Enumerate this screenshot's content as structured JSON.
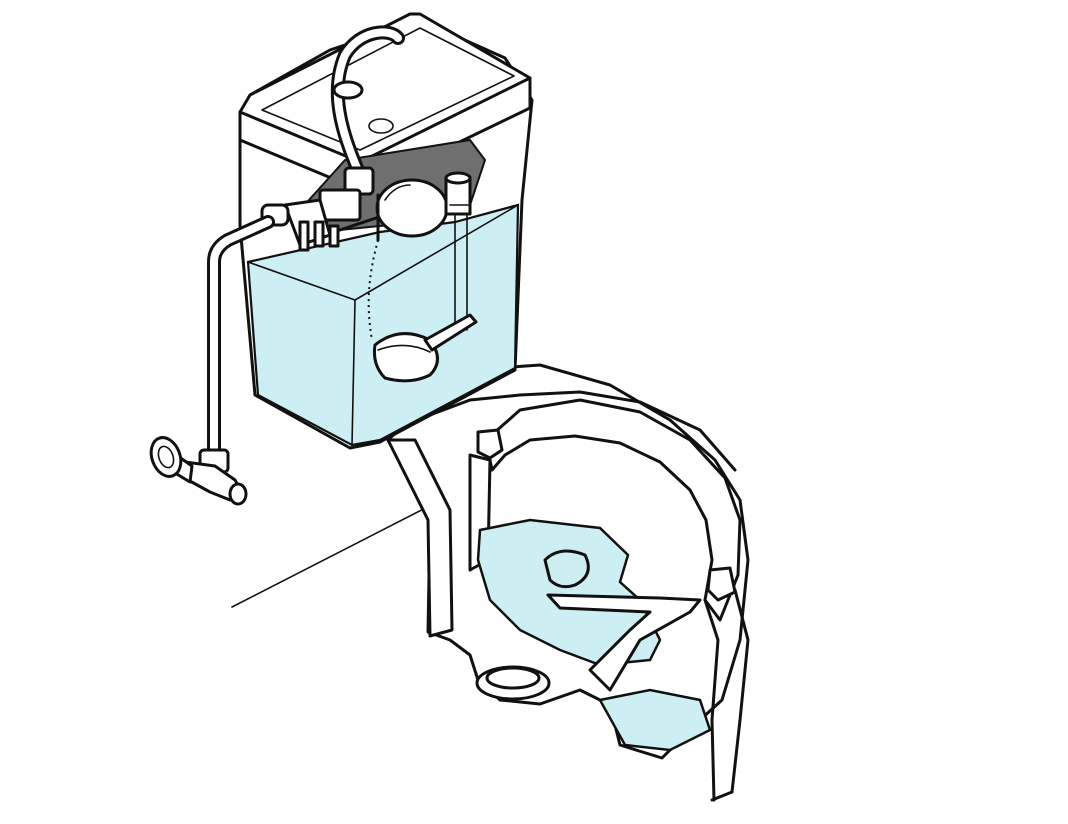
{
  "colors": {
    "water": "#cdeff3",
    "outline": "#111111",
    "background": "#ffffff",
    "shadow": "#6f6f6f"
  },
  "parts": [
    {
      "name": "tank",
      "icon": "tank-icon"
    },
    {
      "name": "tank-lid",
      "icon": "lid-icon"
    },
    {
      "name": "refill-hose",
      "icon": "hose-icon"
    },
    {
      "name": "fill-valve",
      "icon": "valve-icon"
    },
    {
      "name": "float-ball",
      "icon": "float-icon"
    },
    {
      "name": "overflow-tube",
      "icon": "tube-icon"
    },
    {
      "name": "flapper",
      "icon": "flapper-icon"
    },
    {
      "name": "supply-line",
      "icon": "pipe-icon"
    },
    {
      "name": "shut-off-valve",
      "icon": "shutoff-icon"
    },
    {
      "name": "bowl",
      "icon": "bowl-icon"
    },
    {
      "name": "trapway",
      "icon": "trap-icon"
    },
    {
      "name": "drain-outlet",
      "icon": "drain-icon"
    }
  ]
}
